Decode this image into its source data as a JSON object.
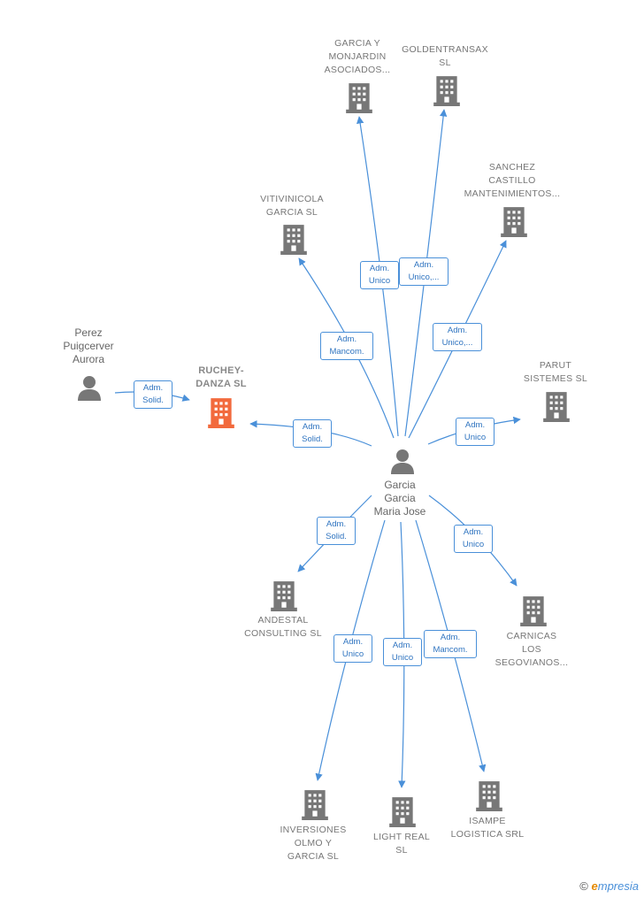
{
  "center": {
    "name": "Garcia\nGarcia\nMaria Jose"
  },
  "focus": {
    "name": "RUCHEY-\nDANZA  SL"
  },
  "person2": {
    "name": "Perez\nPuigcerver\nAurora"
  },
  "companies": [
    {
      "id": "garcia-monjardin",
      "name": "GARCIA Y\nMONJARDIN\nASOCIADOS...",
      "role": "Adm.\nUnico"
    },
    {
      "id": "goldentransax",
      "name": "GOLDENTRANSAX\nSL",
      "role": "Adm.\nUnico,..."
    },
    {
      "id": "vitivinicola",
      "name": "VITIVINICOLA\nGARCIA SL",
      "role": "Adm.\nMancom."
    },
    {
      "id": "sanchez-castillo",
      "name": "SANCHEZ\nCASTILLO\nMANTENIMIENTOS...",
      "role": "Adm.\nUnico,..."
    },
    {
      "id": "parut",
      "name": "PARUT\nSISTEMES  SL",
      "role": "Adm.\nUnico"
    },
    {
      "id": "andestal",
      "name": "ANDESTAL\nCONSULTING SL",
      "role": "Adm.\nSolid."
    },
    {
      "id": "carnicas",
      "name": "CARNICAS\nLOS\nSEGOVIANOS...",
      "role": "Adm.\nUnico"
    },
    {
      "id": "inversiones",
      "name": "INVERSIONES\nOLMO Y\nGARCIA SL",
      "role": "Adm.\nUnico"
    },
    {
      "id": "light-real",
      "name": "LIGHT REAL\nSL",
      "role": "Adm.\nUnico"
    },
    {
      "id": "isampe",
      "name": "ISAMPE\nLOGISTICA SRL",
      "role": "Adm.\nMancom."
    }
  ],
  "edges_extra": {
    "center_to_focus": "Adm.\nSolid.",
    "person2_to_focus": "Adm.\nSolid."
  },
  "colors": {
    "edge": "#4a90d9",
    "building": "#777777",
    "focus": "#f26a3d",
    "person": "#777777"
  },
  "brand": {
    "symbol": "©",
    "e": "e",
    "rest": "mpresia"
  }
}
